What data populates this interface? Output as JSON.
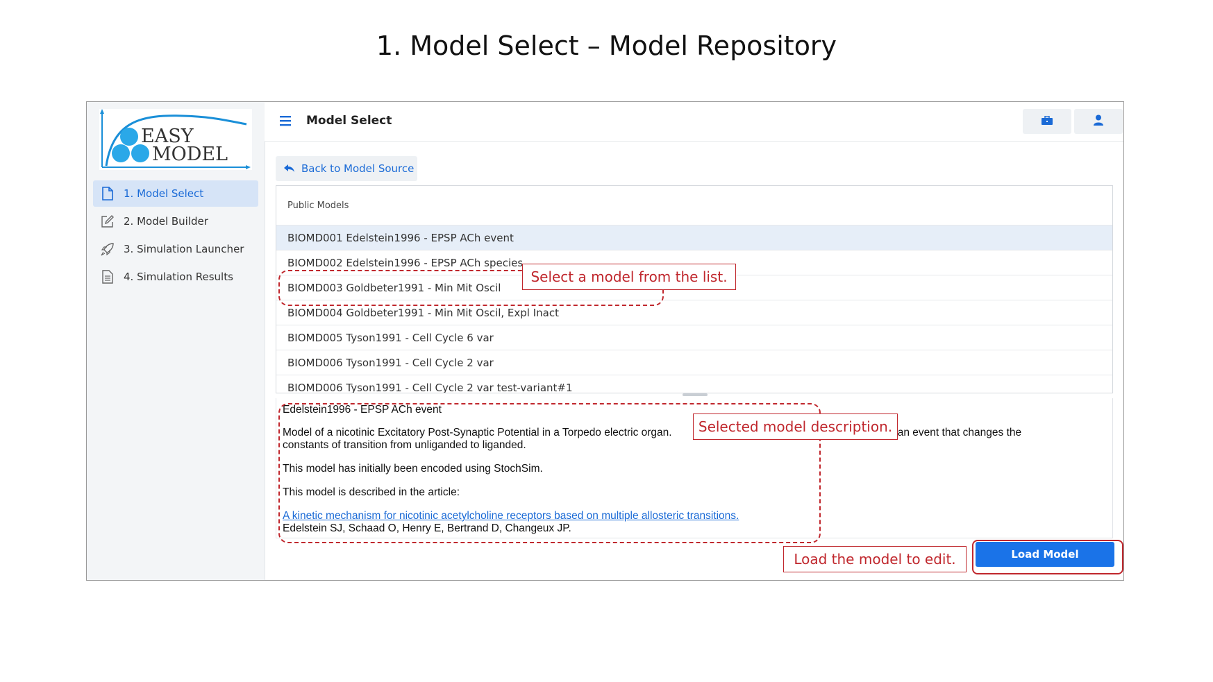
{
  "page_title": "1. Model Select – Model Repository",
  "logo": {
    "line1": "EASY",
    "line2": "MODEL"
  },
  "sidebar": {
    "items": [
      {
        "label": "1. Model Select",
        "icon": "file-icon",
        "active": true
      },
      {
        "label": "2. Model Builder",
        "icon": "edit-icon",
        "active": false
      },
      {
        "label": "3. Simulation Launcher",
        "icon": "rocket-icon",
        "active": false
      },
      {
        "label": "4. Simulation Results",
        "icon": "document-icon",
        "active": false
      }
    ]
  },
  "topbar": {
    "title": "Model Select",
    "menu_icon": "hamburger-icon",
    "right_buttons": [
      "briefcase-icon",
      "user-icon"
    ]
  },
  "back_button": {
    "label": "Back to Model Source",
    "icon": "back-arrow-icon"
  },
  "list": {
    "header": "Public Models",
    "rows": [
      "BIOMD001 Edelstein1996 - EPSP ACh event",
      "BIOMD002 Edelstein1996 - EPSP ACh species",
      "BIOMD003 Goldbeter1991 - Min Mit Oscil",
      "BIOMD004 Goldbeter1991 - Min Mit Oscil, Expl Inact",
      "BIOMD005 Tyson1991 - Cell Cycle 6 var",
      "BIOMD006 Tyson1991 - Cell Cycle 2 var",
      "BIOMD006 Tyson1991 - Cell Cycle 2 var test-variant#1"
    ],
    "selected_index": 0
  },
  "description": {
    "title": "Edelstein1996 - EPSP ACh event",
    "para1_a": "Model of a nicotinic Excitatory Post-Synaptic Potential in a Torpedo electric organ.",
    "para1_b": ", but by an event that changes the",
    "para1_c": "constants of transition from unliganded to liganded.",
    "para2": "This model has initially been encoded using StochSim.",
    "para3": "This model is described in the article:",
    "link": "A kinetic mechanism for nicotinic acetylcholine receptors based on multiple allosteric transitions.",
    "authors": "Edelstein SJ, Schaad O, Henry E, Bertrand D, Changeux JP."
  },
  "load_button": "Load Model",
  "callouts": {
    "select": "Select a model  from the list.",
    "description": "Selected model  description.",
    "load": "Load the model to edit."
  },
  "colors": {
    "accent": "#1a73e8",
    "annotation": "#c0272d",
    "selected_row": "#e6eef8"
  }
}
